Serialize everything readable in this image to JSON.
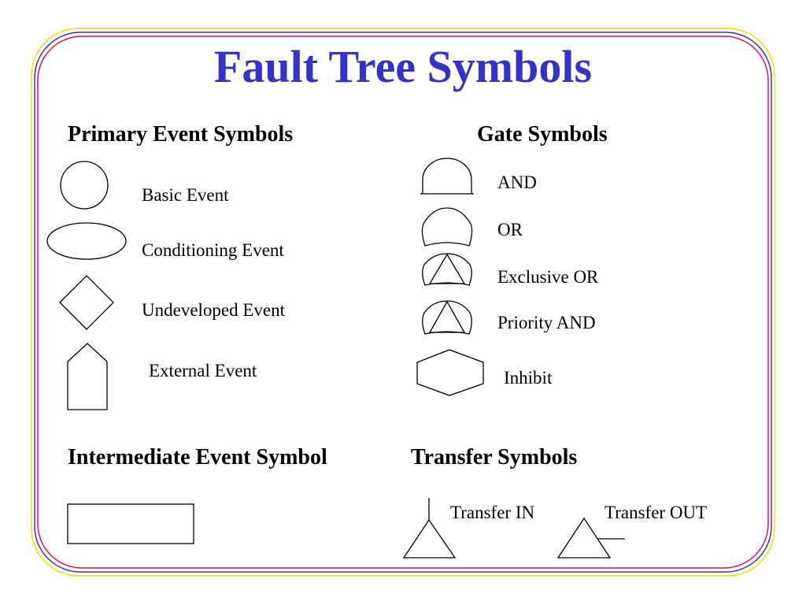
{
  "title": "Fault Tree Symbols",
  "sections": {
    "primary": {
      "heading": "Primary Event Symbols",
      "items": [
        {
          "label": "Basic Event",
          "icon": "circle-icon"
        },
        {
          "label": "Conditioning Event",
          "icon": "ellipse-icon"
        },
        {
          "label": "Undeveloped Event",
          "icon": "diamond-icon"
        },
        {
          "label": "External Event",
          "icon": "house-icon"
        }
      ]
    },
    "gates": {
      "heading": "Gate Symbols",
      "items": [
        {
          "label": "AND",
          "icon": "and-gate-icon"
        },
        {
          "label": "OR",
          "icon": "or-gate-icon"
        },
        {
          "label": "Exclusive OR",
          "icon": "xor-gate-icon"
        },
        {
          "label": "Priority AND",
          "icon": "priority-and-gate-icon"
        },
        {
          "label": "Inhibit",
          "icon": "hexagon-icon"
        }
      ]
    },
    "intermediate": {
      "heading": "Intermediate Event Symbol",
      "icon": "rectangle-icon"
    },
    "transfer": {
      "heading": "Transfer Symbols",
      "items": [
        {
          "label": "Transfer IN",
          "icon": "transfer-in-triangle-icon"
        },
        {
          "label": "Transfer OUT",
          "icon": "transfer-out-triangle-icon"
        }
      ]
    }
  },
  "colors": {
    "title": "#3333cc",
    "frame_red": "#d4145a",
    "frame_blue": "#3333cc",
    "frame_yellow": "#f0e000"
  }
}
